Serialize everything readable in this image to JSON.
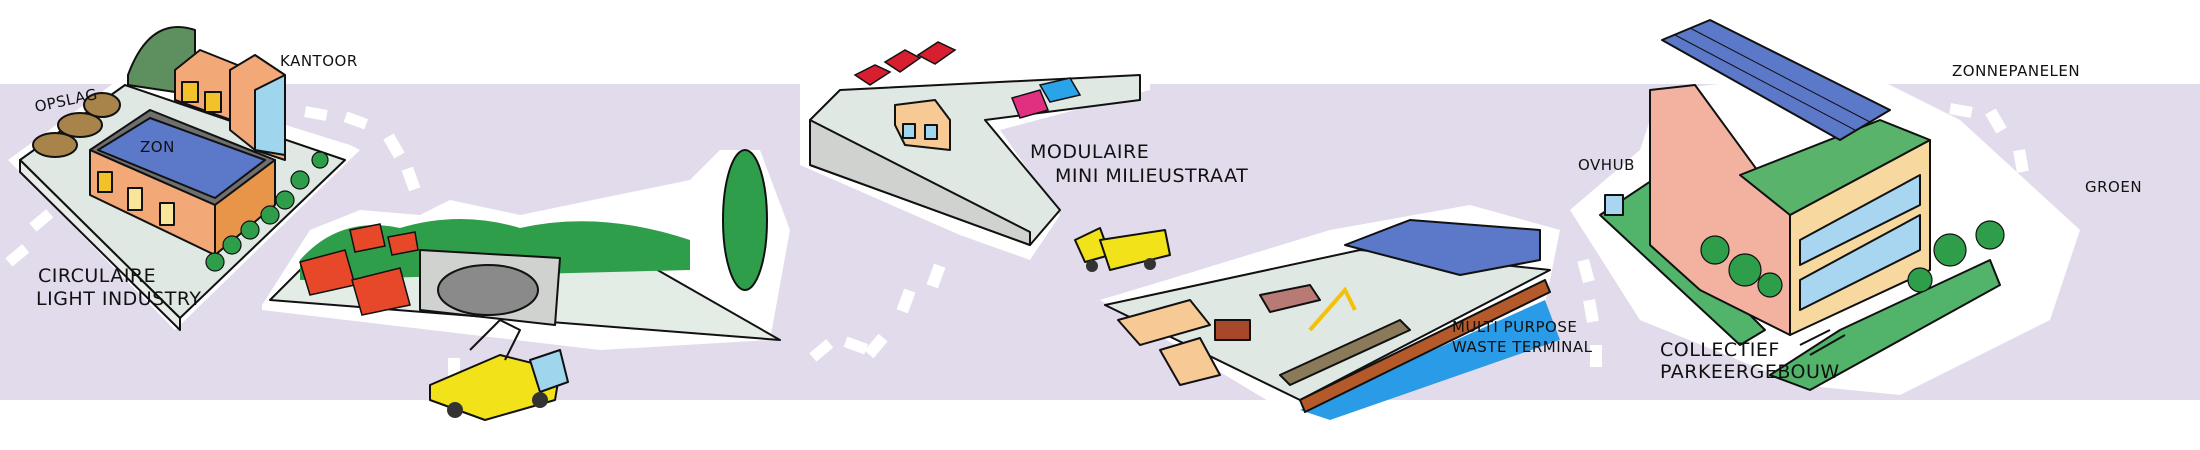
{
  "labels": {
    "opslag": "OPSLAG",
    "kantoor": "KANTOOR",
    "zon": "ZON",
    "circulaire_line1": "CIRCULAIRE",
    "circulaire_line2": "LIGHT INDUSTRY",
    "milieustraat_line1": "MODULAIRE",
    "milieustraat_line2": "MINI MILIEUSTRAAT",
    "terminal_line1": "MULTI PURPOSE",
    "terminal_line2": "WASTE TERMINAL",
    "zonnepanelen": "ZONNEPANELEN",
    "ovhub": "OVHUB",
    "groen": "GROEN",
    "parkeer_line1": "COLLECTIEF",
    "parkeer_line2": "PARKEERGEBOUW"
  },
  "colors": {
    "band": "#e2dbeb",
    "ground": "#dfe8e2",
    "solar": "#5b78c9",
    "green": "#2f9e4a",
    "yellow": "#f2e21a",
    "orange": "#f3a877",
    "water": "#2a9be6"
  }
}
